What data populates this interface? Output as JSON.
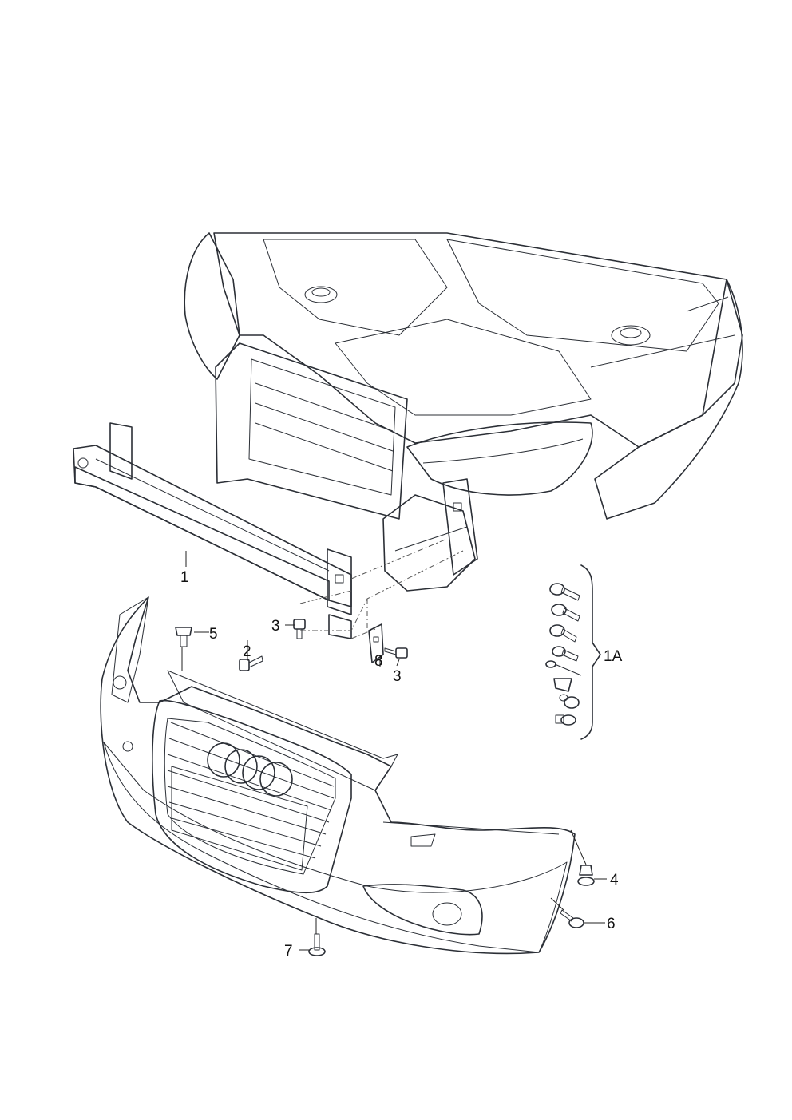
{
  "callouts": {
    "c1": "1",
    "c1a": "1A",
    "c2": "2",
    "c3a": "3",
    "c3b": "3",
    "c4": "4",
    "c5": "5",
    "c6": "6",
    "c7": "7",
    "c8": "8"
  },
  "colors": {
    "body_fill": "#dfe5ec",
    "body_shade": "#b9c4d2",
    "body_dark": "#8e9aab",
    "bumper_fill": "#e6ebf1",
    "grille_fill": "#c6cfda",
    "line": "#2b2f36"
  },
  "icons": [
    "screw-icon",
    "bolt-icon",
    "clip-icon",
    "nut-icon",
    "bracket-icon"
  ]
}
